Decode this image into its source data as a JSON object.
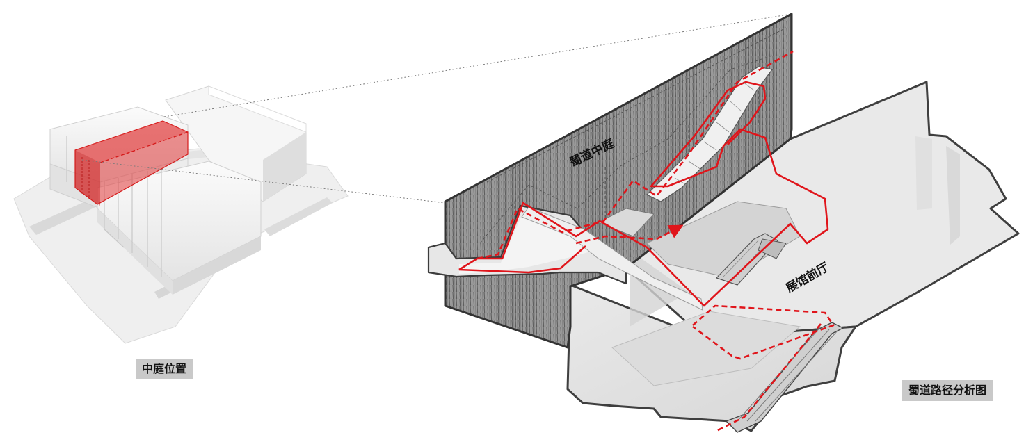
{
  "labels": {
    "atrium_location": "中庭位置",
    "path_analysis": "蜀道路径分析图",
    "shudao_atrium": "蜀道中庭",
    "exhibition_foyer": "展馆前厅"
  },
  "colors": {
    "path_red": "#e0151b",
    "highlight_fill": "#e23b3b",
    "massing": "#f2f2f2",
    "hatched_wall": "#8c8c8c",
    "label_bg": "#c9c9c9"
  }
}
